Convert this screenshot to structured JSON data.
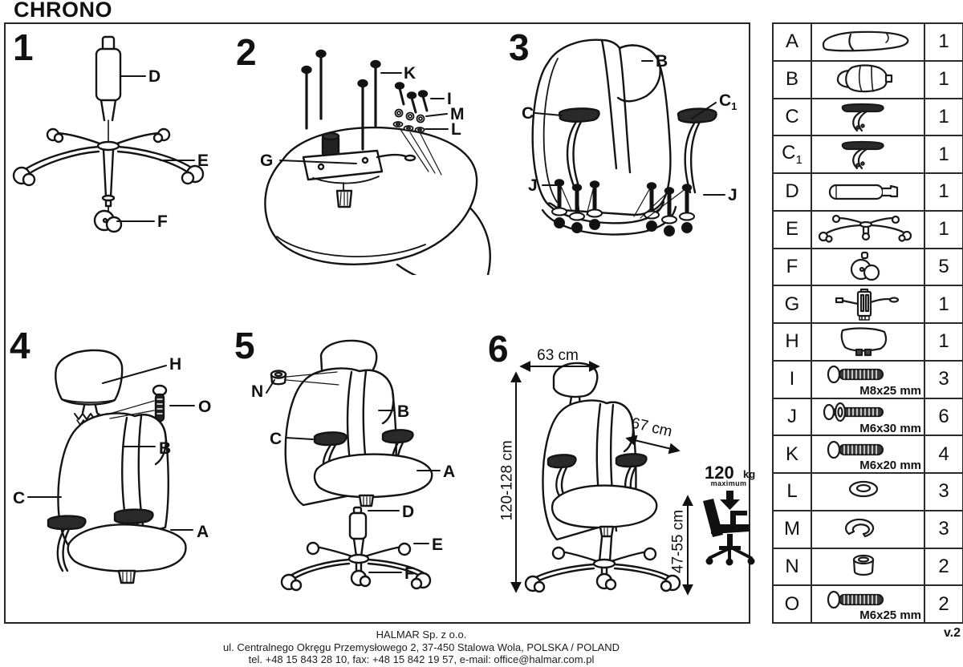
{
  "title": "CHRONO",
  "version": "v.2",
  "steps": [
    {
      "number": "1",
      "callouts": {
        "D": "D",
        "E": "E",
        "F": "F"
      }
    },
    {
      "number": "2",
      "callouts": {
        "K": "K",
        "I": "I",
        "M": "M",
        "L": "L",
        "G": "G"
      }
    },
    {
      "number": "3",
      "callouts": {
        "B": "B",
        "C": "C",
        "C1": "C1",
        "J": "J"
      }
    },
    {
      "number": "4",
      "callouts": {
        "H": "H",
        "O": "O",
        "B": "B",
        "C": "C",
        "A": "A"
      }
    },
    {
      "number": "5",
      "callouts": {
        "N": "N",
        "B": "B",
        "C": "C",
        "A": "A",
        "D": "D",
        "E": "E",
        "F": "F"
      }
    },
    {
      "number": "6",
      "dimensions": {
        "width": "63 cm",
        "depth": "67 cm",
        "height": "120-128 cm",
        "seat_height": "47-55 cm"
      },
      "max_load": {
        "value": "120",
        "unit": "kg",
        "label": "maximum"
      }
    }
  ],
  "parts_table": {
    "rows": [
      {
        "id": "A",
        "icon": "seat",
        "qty": "1"
      },
      {
        "id": "B",
        "icon": "backrest",
        "qty": "1"
      },
      {
        "id": "C",
        "icon": "armrest",
        "qty": "1"
      },
      {
        "id": "C1",
        "icon": "armrest",
        "qty": "1"
      },
      {
        "id": "D",
        "icon": "gas-lift",
        "qty": "1"
      },
      {
        "id": "E",
        "icon": "base",
        "qty": "1"
      },
      {
        "id": "F",
        "icon": "caster",
        "qty": "5"
      },
      {
        "id": "G",
        "icon": "mechanism",
        "qty": "1"
      },
      {
        "id": "H",
        "icon": "headrest",
        "qty": "1"
      },
      {
        "id": "I",
        "icon": "screw",
        "size": "M8x25 mm",
        "qty": "3"
      },
      {
        "id": "J",
        "icon": "screw-washer",
        "size": "M6x30 mm",
        "qty": "6"
      },
      {
        "id": "K",
        "icon": "screw",
        "size": "M6x20 mm",
        "qty": "4"
      },
      {
        "id": "L",
        "icon": "flat-washer",
        "qty": "3"
      },
      {
        "id": "M",
        "icon": "spring-washer",
        "qty": "3"
      },
      {
        "id": "N",
        "icon": "bushing",
        "qty": "2"
      },
      {
        "id": "O",
        "icon": "screw",
        "size": "M6x25 mm",
        "qty": "2"
      }
    ]
  },
  "footer": {
    "line1": "HALMAR Sp. z o.o.",
    "line2": "ul. Centralnego Okręgu Przemysłowego 2, 37-450 Stalowa Wola, POLSKA / POLAND",
    "line3": "tel. +48 15 843 28 10, fax: +48 15 842 19 57, e-mail: office@halmar.com.pl"
  }
}
